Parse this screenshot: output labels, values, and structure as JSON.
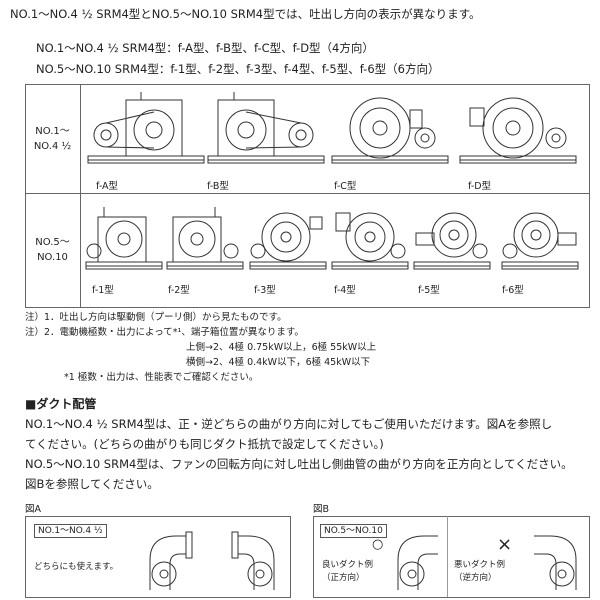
{
  "intro": {
    "line1": "NO.1〜NO.4 ½ SRM4型とNO.5〜NO.10 SRM4型では、吐出し方向の表示が異なります。",
    "line2": "NO.1〜NO.4 ½ SRM4型：f-A型、f-B型、f-C型、f-D型（4方向）",
    "line3": "NO.5〜NO.10 SRM4型：f-1型、f-2型、f-3型、f-4型、f-5型、f-6型（6方向）"
  },
  "table": {
    "row1_label_a": "NO.1〜",
    "row1_label_b": "NO.4 ½",
    "row2_label_a": "NO.5〜",
    "row2_label_b": "NO.10",
    "row1_types": [
      "f-A型",
      "f-B型",
      "f-C型",
      "f-D型"
    ],
    "row2_types": [
      "f-1型",
      "f-2型",
      "f-3型",
      "f-4型",
      "f-5型",
      "f-6型"
    ]
  },
  "notes": {
    "n1": "注）1．吐出し方向は駆動側（プーリ側）から見たものです。",
    "n2": "注）2．電動機極数・出力によって*¹、端子箱位置が異なります。",
    "n3": "上側→2、4極 0.75kW以上，6極 55kW以上",
    "n4": "横側→2、4極 0.4kW以下，6極 45kW以下",
    "n5": "*1 極数・出力は、性能表でご確認ください。"
  },
  "duct": {
    "heading": "■ダクト配管",
    "p1": "NO.1〜NO.4 ½ SRM4型は、正・逆どちらの曲がり方向に対してもご使用いただけます。図Aを参照し",
    "p2": "てください。(どちらの曲がりも同じダクト抵抗で設定してください。)",
    "p3": "NO.5〜NO.10 SRM4型は、ファンの回転方向に対し吐出し側曲管の曲がり方向を正方向としてください。",
    "p4": "図Bを参照してください。"
  },
  "figA": {
    "label": "図A",
    "tag": "NO.1〜NO.4 ½",
    "caption": "どちらにも使えます。"
  },
  "figB": {
    "label": "図B",
    "tag": "NO.5〜NO.10",
    "good_a": "良いダクト例",
    "good_b": "（正方向）",
    "bad_a": "悪いダクト例",
    "bad_b": "（逆方向）",
    "good_mark": "○",
    "bad_mark": "×"
  }
}
